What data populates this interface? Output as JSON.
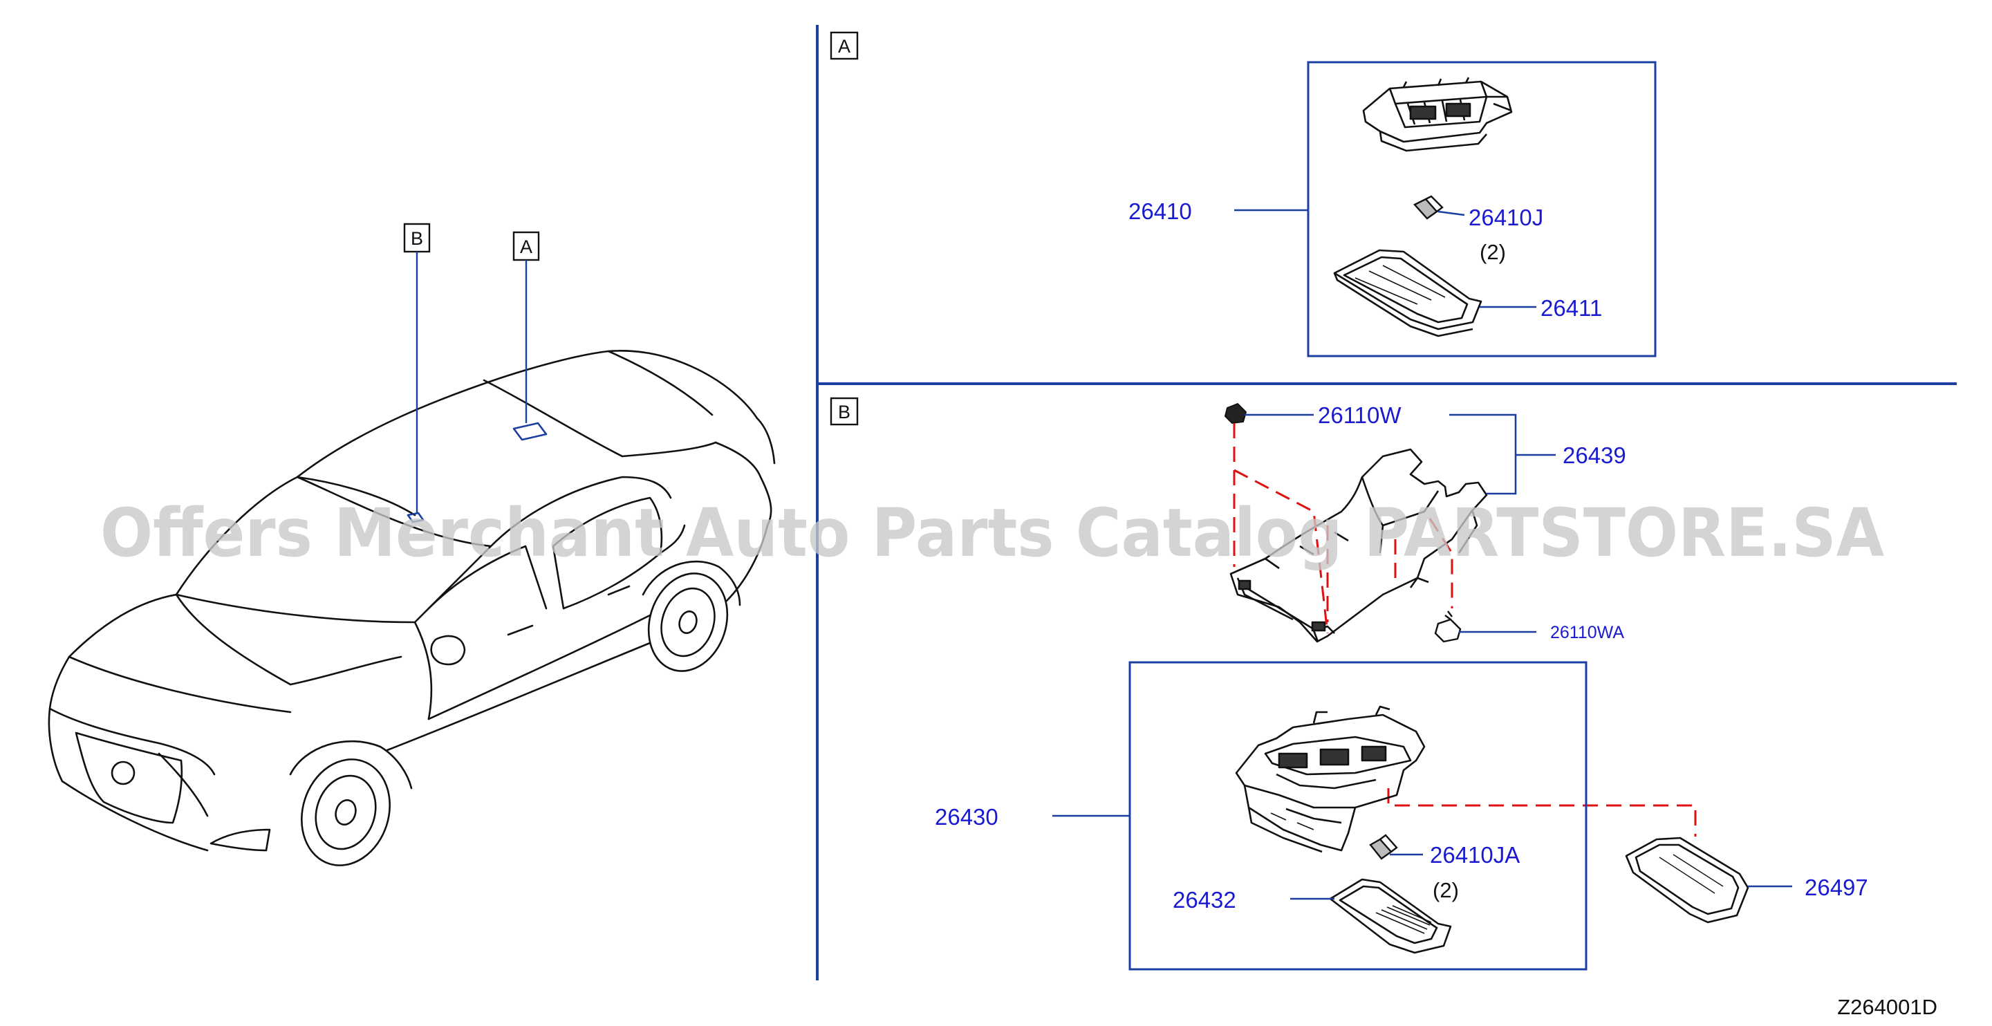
{
  "sections": [
    {
      "key": "A",
      "label": "A"
    },
    {
      "key": "B",
      "label": "B"
    }
  ],
  "car_callouts": {
    "a": "A",
    "b": "B"
  },
  "parts": {
    "p26410": "26410",
    "p26410J": "26410J",
    "p26410J_qty": "(2)",
    "p26411": "26411",
    "p26110W": "26110W",
    "p26439": "26439",
    "p26110WA": "26110WA",
    "p26430": "26430",
    "p26410JA": "26410JA",
    "p26410JA_qty": "(2)",
    "p26432": "26432",
    "p26497": "26497"
  },
  "diagram_code": "Z264001D",
  "watermark": "Offers Merchant Auto Parts Catalog PARTSTORE.SA",
  "colors": {
    "part_number": "#1a1ad0",
    "leader": "#1a3fa0",
    "dashed": "#e01010",
    "line": "#111111",
    "watermark": "#c9c9c9"
  }
}
